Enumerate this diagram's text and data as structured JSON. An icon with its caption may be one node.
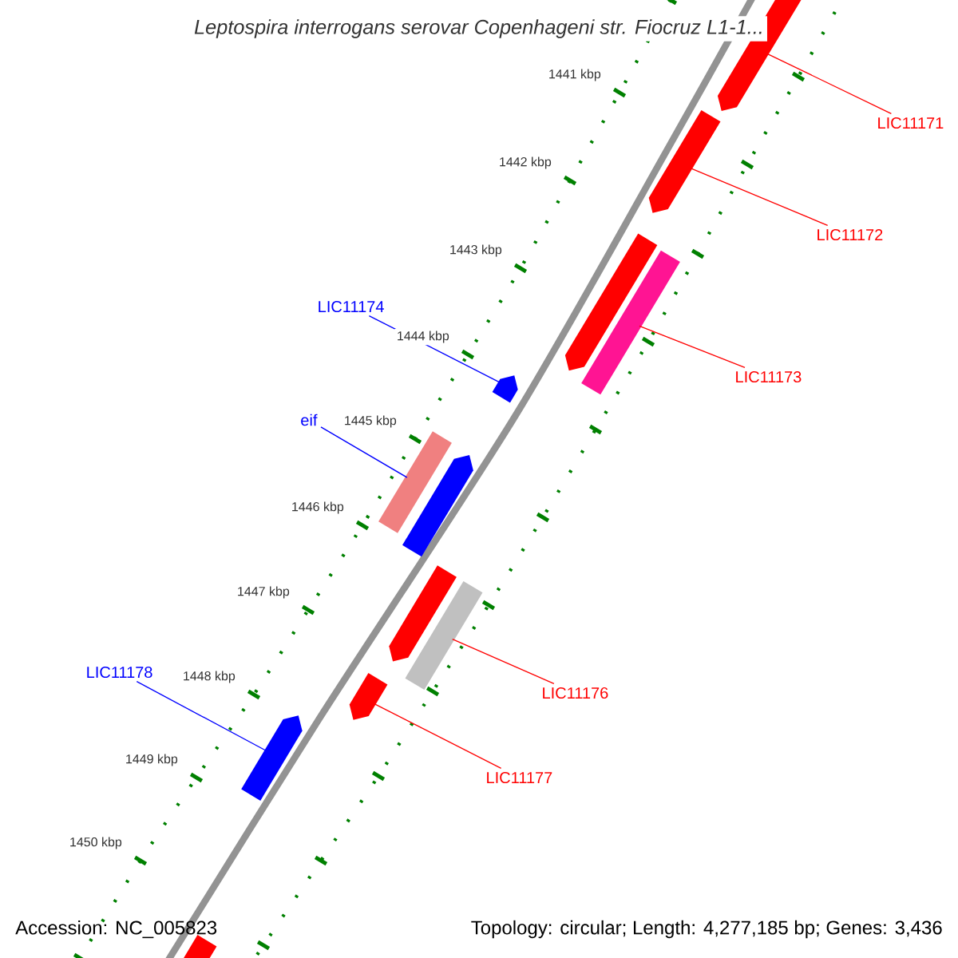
{
  "diagram": {
    "title": "Leptospira interrogans serovar Copenhageni str. Fiocruz L1-1...",
    "nodes": [
      {
        "text": [],
        "shape": "pentagon"
      },
      {
        "text": [],
        "shape": "pentagon"
      },
      {
        "text": [],
        "shape": "pentagon"
      },
      {
        "text": [],
        "shape": "bar"
      },
      {
        "text": [],
        "shape": "pentagon"
      },
      {
        "text": [],
        "shape": "bar"
      },
      {
        "text": [],
        "shape": "pentagon"
      },
      {
        "text": [],
        "shape": "pentagon"
      },
      {
        "text": [],
        "shape": "bar"
      },
      {
        "text": [],
        "shape": "pentagon"
      },
      {
        "text": [],
        "shape": "pentagon"
      },
      {
        "text": [],
        "shape": "bar"
      },
      {
        "text": [
          "LIC11171"
        ]
      },
      {
        "text": [
          "LIC11172"
        ]
      },
      {
        "text": [
          "LIC11173"
        ]
      },
      {
        "text": [
          "LIC11174"
        ]
      },
      {
        "text": [
          "eif"
        ]
      },
      {
        "text": [
          "LIC11176"
        ]
      },
      {
        "text": [
          "LIC11177"
        ]
      },
      {
        "text": [
          "LIC11178"
        ]
      }
    ],
    "edges": [
      {
        "from": 12,
        "to": 0,
        "arrow": "none"
      },
      {
        "from": 13,
        "to": 1,
        "arrow": "none"
      },
      {
        "from": 14,
        "to": 3,
        "arrow": "none"
      },
      {
        "from": 15,
        "to": 4,
        "arrow": "none",
        "color": "#0000ff"
      },
      {
        "from": 16,
        "to": 5,
        "arrow": "none",
        "color": "#0000ff"
      },
      {
        "from": 17,
        "to": 8,
        "arrow": "none"
      },
      {
        "from": 18,
        "to": 9,
        "arrow": "none"
      },
      {
        "from": 19,
        "to": 10,
        "arrow": "none",
        "color": "#0000ff"
      }
    ],
    "labels": [
      "1441 kbp",
      "1442 kbp",
      "1443 kbp",
      "1444 kbp",
      "1445 kbp",
      "1446 kbp",
      "1447 kbp",
      "1448 kbp",
      "1449 kbp",
      "1450 kbp",
      "Accession: NC_005823",
      "Topology: circular; Length: 4,277,185 bp; Genes: 3,436"
    ]
  }
}
